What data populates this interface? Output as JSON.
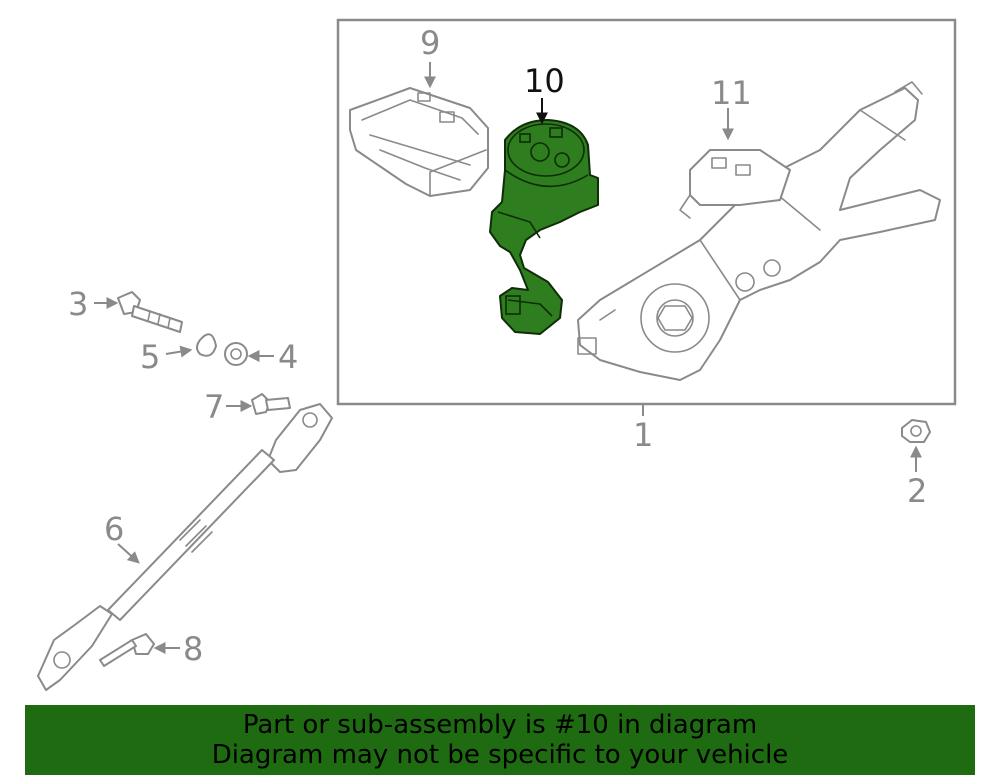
{
  "diagram": {
    "highlight_color": "#2e7d1e",
    "line_color": "#8a8a8a",
    "callouts": {
      "c1": "1",
      "c2": "2",
      "c3": "3",
      "c4": "4",
      "c5": "5",
      "c6": "6",
      "c7": "7",
      "c8": "8",
      "c9": "9",
      "c10": "10",
      "c11": "11"
    },
    "highlighted_part": "10"
  },
  "banner": {
    "background": "#1e6b12",
    "line1": "Part or sub-assembly is #10 in diagram",
    "line2": "Diagram may not be specific to your vehicle"
  }
}
